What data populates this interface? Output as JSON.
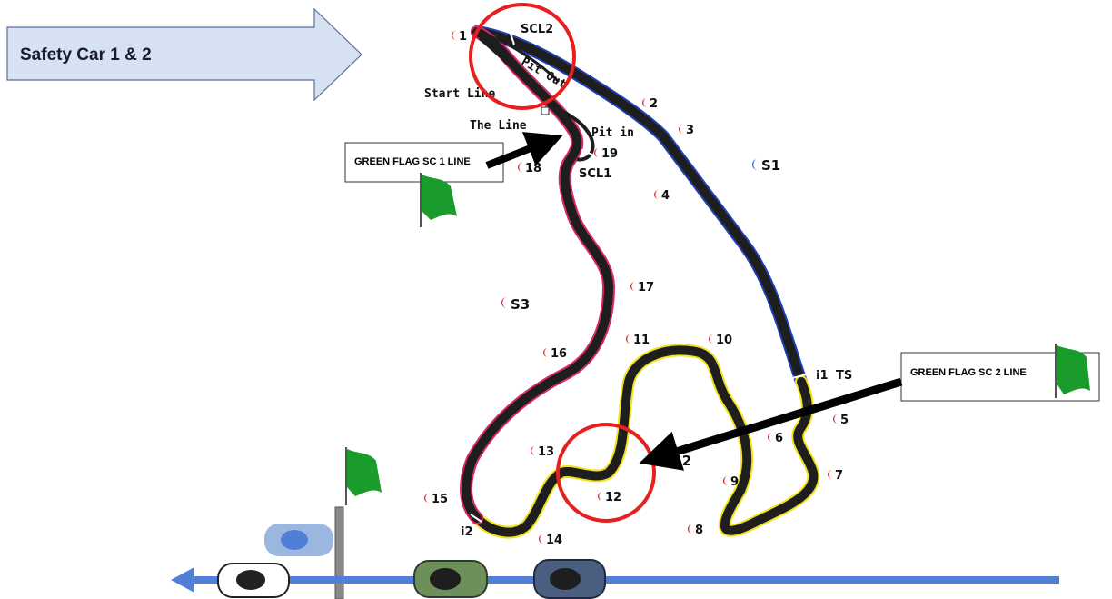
{
  "banner": {
    "title": "Safety Car 1 & 2"
  },
  "track": {
    "sector_labels": [
      "S1",
      "S2",
      "S3"
    ],
    "line_labels": {
      "start_line": "Start Line",
      "the_line": "The Line",
      "pit_in": "Pit in",
      "pit_out": "Pit Out",
      "scl1": "SCL1",
      "scl2": "SCL2",
      "i1": "i1",
      "ts": "TS",
      "i2": "i2"
    },
    "corners": [
      "1",
      "2",
      "3",
      "4",
      "5",
      "6",
      "7",
      "8",
      "9",
      "10",
      "11",
      "12",
      "13",
      "14",
      "15",
      "16",
      "17",
      "18",
      "19"
    ]
  },
  "callouts": {
    "sc1": "GREEN FLAG SC 1 LINE",
    "sc2": "GREEN FLAG SC  2 LINE"
  },
  "colors": {
    "track": "#1e1e1e",
    "sector1_edge": "#1f3fb5",
    "sector2_edge": "#f2e21a",
    "sector3_edge": "#d8286a",
    "highlight_circle": "#e5201e",
    "flag_green": "#1a9c2c",
    "banner_fill": "#d6e1f2",
    "road_arrow": "#4f7fd6",
    "corner_marker": "#d41c1c",
    "s1_marker": "#1f5fd6"
  }
}
